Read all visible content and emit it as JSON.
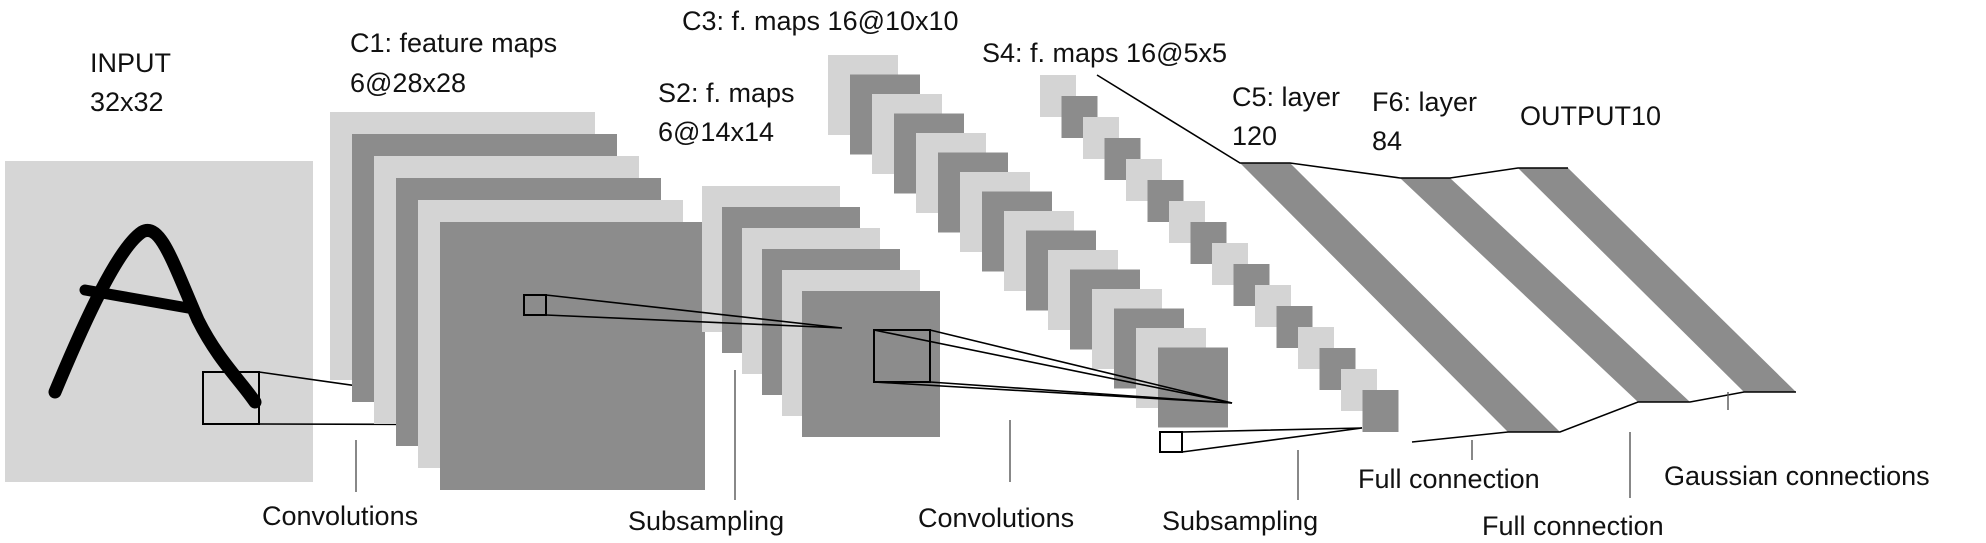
{
  "labels": {
    "input_title": "INPUT",
    "input_size": "32x32",
    "c1_title": "C1: feature maps",
    "c1_size": "6@28x28",
    "s2_title": "S2: f. maps",
    "s2_size": "6@14x14",
    "c3_title": "C3: f. maps 16@10x10",
    "s4_title": "S4: f. maps 16@5x5",
    "c5_title": "C5: layer",
    "c5_size": "120",
    "f6_title": "F6: layer",
    "f6_size": "84",
    "output_title": "OUTPUT10"
  },
  "operations": {
    "op1": "Convolutions",
    "op2": "Subsampling",
    "op3": "Convolutions",
    "op4": "Subsampling",
    "op5": "Full connection",
    "op6": "Full connection",
    "op7": "Gaussian connections"
  },
  "input_glyph": "A",
  "colors": {
    "light_map": "#d4d4d4",
    "dark_map": "#8c8c8c",
    "input_bg": "#d6d6d6"
  }
}
